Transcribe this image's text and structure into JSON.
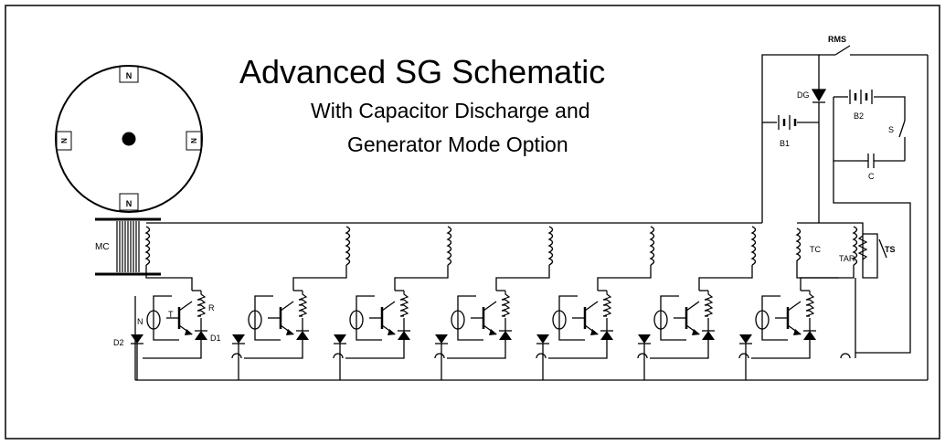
{
  "title": {
    "main": "Advanced SG Schematic",
    "line1": "With Capacitor Discharge and",
    "line2": "Generator Mode Option"
  },
  "labels": {
    "rms": "RMS",
    "dg": "DG",
    "b1": "B1",
    "b2": "B2",
    "s": "S",
    "c": "C",
    "mc": "MC",
    "tc": "TC",
    "tar": "TAR",
    "ts": "TS",
    "n": "N",
    "t": "T",
    "r": "R",
    "d1": "D1",
    "d2": "D2",
    "rotor_magnet_top": "N",
    "rotor_magnet_bottom": "N",
    "rotor_magnet_left": "N",
    "rotor_magnet_right": "N"
  },
  "stage_count": 7
}
